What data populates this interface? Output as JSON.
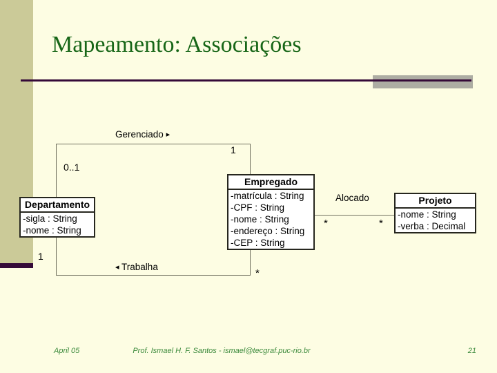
{
  "slide": {
    "title": "Mapeamento: Associações"
  },
  "footer": {
    "date": "April 05",
    "credit": "Prof. Ismael H. F. Santos -  ismael@tecgraf.puc-rio.br",
    "page_number": "21"
  },
  "colors": {
    "background": "#FDFDE3",
    "sidebar": "#CBCA98",
    "accent_rule": "#350A38",
    "gray_bar": "#ADADA3",
    "title_text": "#176617",
    "footer_text": "#3C8A3C",
    "diagram_line": "#70705F",
    "class_border": "#26261E",
    "class_fill": "#FFFFFF"
  },
  "diagram": {
    "classes": [
      {
        "name": "Departamento",
        "attributes": [
          "-sigla : String",
          "-nome : String"
        ]
      },
      {
        "name": "Empregado",
        "attributes": [
          "-matrícula : String",
          "-CPF : String",
          "-nome : String",
          "-endereço : String",
          "-CEP : String"
        ]
      },
      {
        "name": "Projeto",
        "attributes": [
          "-nome : String",
          "-verba : Decimal"
        ]
      }
    ],
    "labels": {
      "gerenciado": "Gerenciado",
      "trabalha": "Trabalha",
      "alocado": "Alocado"
    },
    "icons": {
      "arrow_right": "▸",
      "arrow_left": "◂"
    },
    "multiplicities": {
      "gerenciado_near_empregado": "1",
      "gerenciado_near_departamento": "0..1",
      "trabalha_near_departamento": "1",
      "trabalha_near_empregado": "*",
      "alocado_near_empregado": "*",
      "alocado_near_projeto": "*"
    }
  }
}
